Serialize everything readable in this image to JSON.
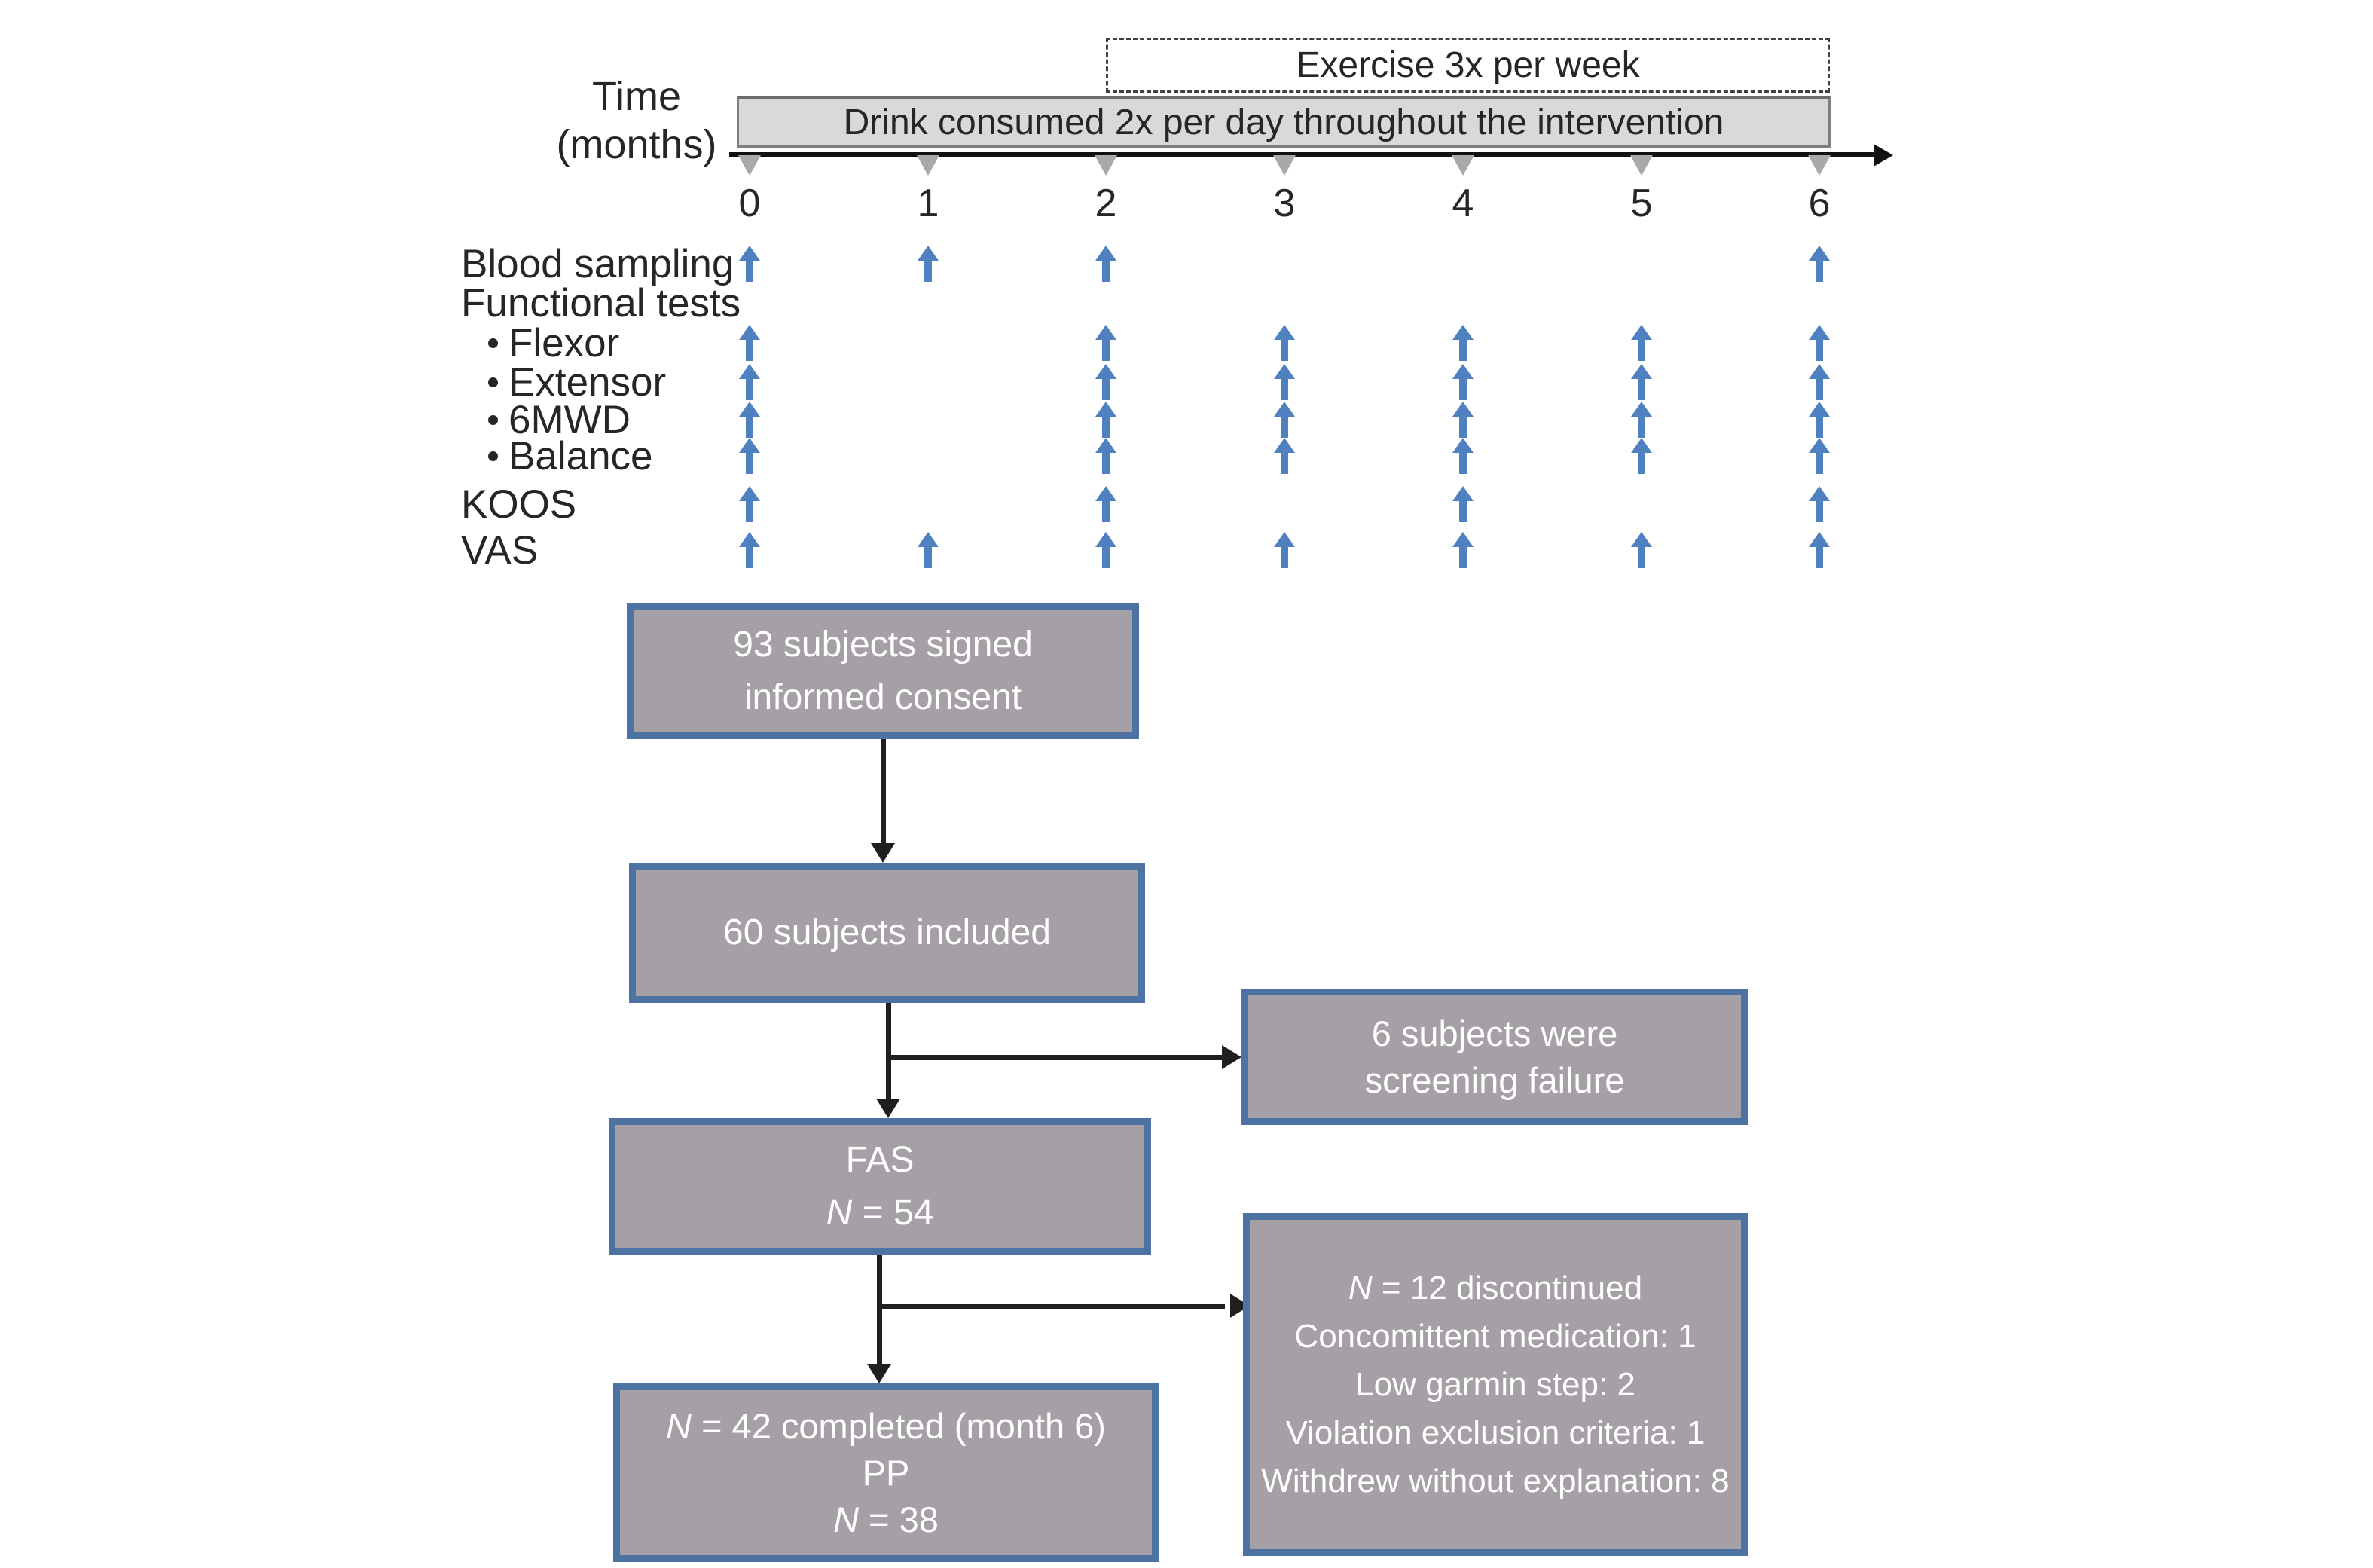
{
  "figure": {
    "timeline": {
      "axis_title_line1": "Time",
      "axis_title_line2": "(months)",
      "exercise_banner": "Exercise 3x per week",
      "drink_banner": "Drink consumed 2x per day throughout the intervention",
      "month_labels": [
        "0",
        "1",
        "2",
        "3",
        "4",
        "5",
        "6"
      ],
      "rows": [
        {
          "label": "Blood sampling",
          "indent": false,
          "arrow_months": [
            0,
            1,
            2,
            6
          ]
        },
        {
          "label": "Functional tests",
          "indent": false,
          "arrow_months": []
        },
        {
          "label": "Flexor",
          "indent": true,
          "arrow_months": [
            0,
            2,
            3,
            4,
            5,
            6
          ]
        },
        {
          "label": "Extensor",
          "indent": true,
          "arrow_months": [
            0,
            2,
            3,
            4,
            5,
            6
          ]
        },
        {
          "label": "6MWD",
          "indent": true,
          "arrow_months": [
            0,
            2,
            3,
            4,
            5,
            6
          ]
        },
        {
          "label": "Balance",
          "indent": true,
          "arrow_months": [
            0,
            2,
            3,
            4,
            5,
            6
          ]
        },
        {
          "label": "KOOS",
          "indent": false,
          "arrow_months": [
            0,
            2,
            4,
            6
          ]
        },
        {
          "label": "VAS",
          "indent": false,
          "arrow_months": [
            0,
            1,
            2,
            3,
            4,
            5,
            6
          ]
        }
      ]
    },
    "flowchart": {
      "consent": {
        "line1": "93 subjects signed",
        "line2": "informed consent"
      },
      "included": {
        "line1": "60 subjects included"
      },
      "screening": {
        "line1": "6 subjects were",
        "line2": "screening failure"
      },
      "fas": {
        "line1": "FAS",
        "line2_n": "N",
        "line2_rest": " = 54"
      },
      "discontinued": {
        "line1_n": "N",
        "line1_rest": " = 12 discontinued",
        "line2": "Concomittent medication: 1",
        "line3": "Low garmin step: 2",
        "line4": "Violation exclusion criteria: 1",
        "line5": "Withdrew without explanation: 8"
      },
      "pp": {
        "line1_n": "N",
        "line1_rest": " = 42 completed (month 6)",
        "line2": "PP",
        "line3_n": "N",
        "line3_rest": " = 38"
      }
    },
    "colors": {
      "flow_box_fill": "#a5a0a5",
      "flow_box_border": "#4d73a3",
      "schedule_arrow_blue": "#4f80bf",
      "drink_banner_fill": "#d9d9d9",
      "drink_banner_border": "#7f7f7f",
      "tick_gray": "#a9a9a9",
      "line_black": "#1f1f1f"
    }
  }
}
